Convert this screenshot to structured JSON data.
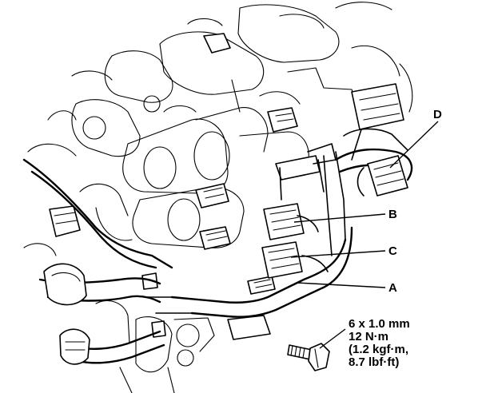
{
  "callouts": {
    "a": "A",
    "b": "B",
    "c": "C",
    "d": "D"
  },
  "bolt_spec": {
    "line1": "6 x 1.0 mm",
    "line2": "12 N·m",
    "line3": "(1.2 kgf·m,",
    "line4": "8.7 lbf·ft)"
  }
}
